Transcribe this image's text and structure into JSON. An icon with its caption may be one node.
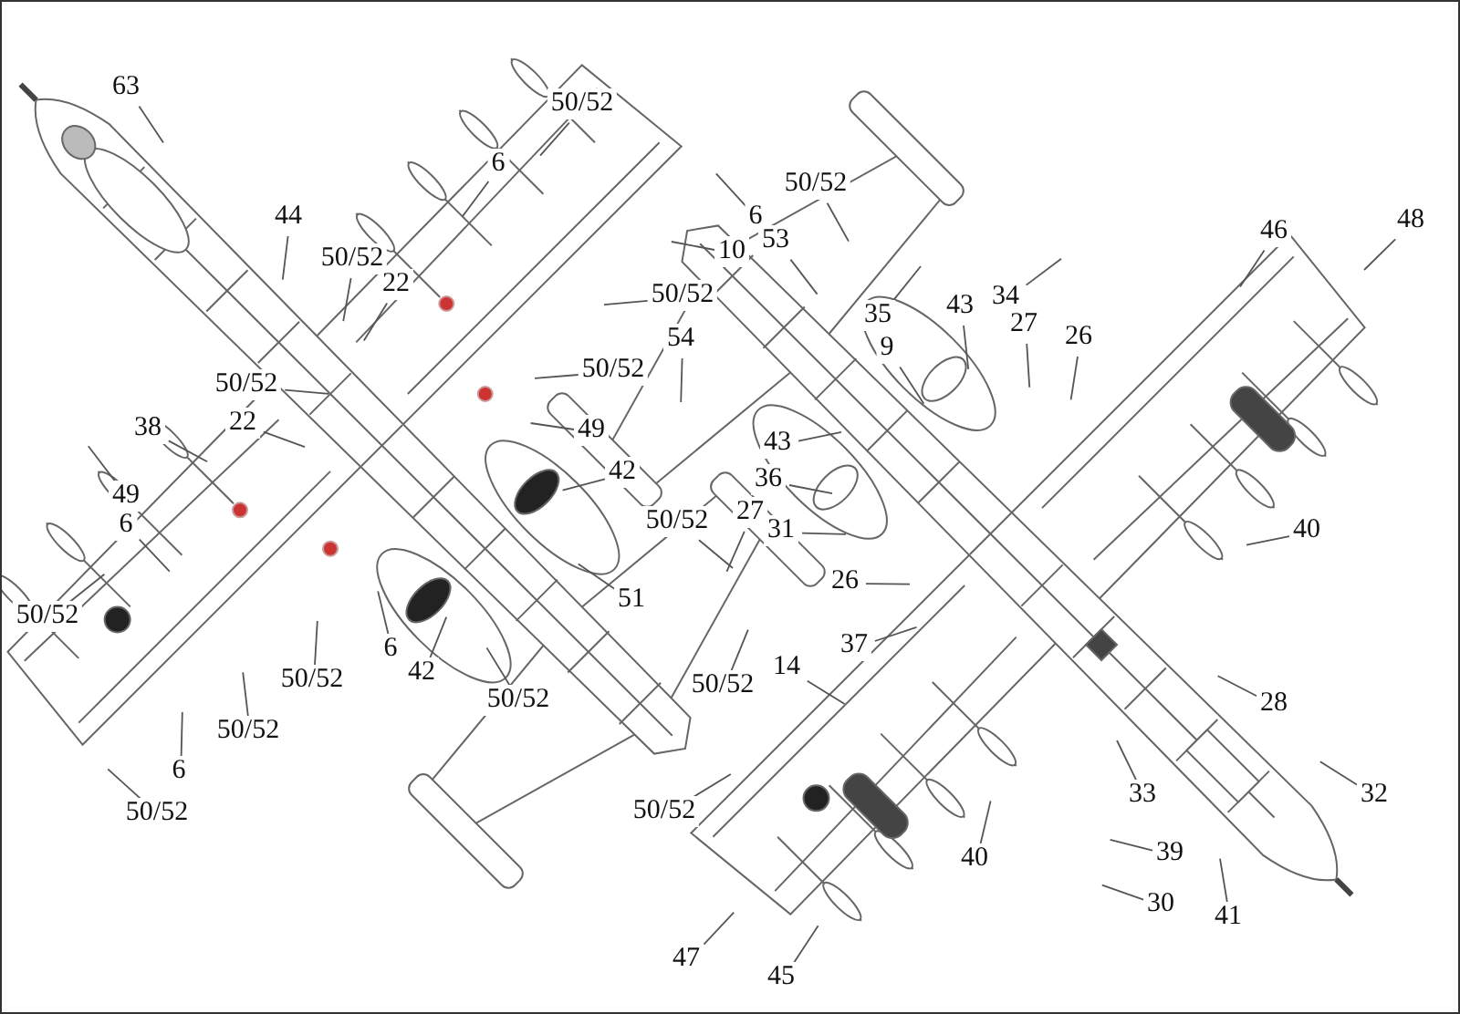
{
  "diagram": {
    "nodes": [
      {
        "text": [
          "63"
        ]
      },
      {
        "text": [
          "50/52"
        ]
      },
      {
        "text": [
          "6"
        ]
      },
      {
        "text": [
          "50/52"
        ]
      },
      {
        "text": [
          "6"
        ]
      },
      {
        "text": [
          "44"
        ]
      },
      {
        "text": [
          "50/52"
        ]
      },
      {
        "text": [
          "22"
        ]
      },
      {
        "text": [
          "50/52"
        ]
      },
      {
        "text": [
          "10"
        ]
      },
      {
        "text": [
          "53"
        ]
      },
      {
        "text": [
          "50/52"
        ]
      },
      {
        "text": [
          "54"
        ]
      },
      {
        "text": [
          "35"
        ]
      },
      {
        "text": [
          "43"
        ]
      },
      {
        "text": [
          "34"
        ]
      },
      {
        "text": [
          "27"
        ]
      },
      {
        "text": [
          "26"
        ]
      },
      {
        "text": [
          "9"
        ]
      },
      {
        "text": [
          "46"
        ]
      },
      {
        "text": [
          "48"
        ]
      },
      {
        "text": [
          "50/52"
        ]
      },
      {
        "text": [
          "38"
        ]
      },
      {
        "text": [
          "22"
        ]
      },
      {
        "text": [
          "43"
        ]
      },
      {
        "text": [
          "49"
        ]
      },
      {
        "text": [
          "36"
        ]
      },
      {
        "text": [
          "42"
        ]
      },
      {
        "text": [
          "49"
        ]
      },
      {
        "text": [
          "27"
        ]
      },
      {
        "text": [
          "31"
        ]
      },
      {
        "text": [
          "50/52"
        ]
      },
      {
        "text": [
          "40"
        ]
      },
      {
        "text": [
          "6"
        ]
      },
      {
        "text": [
          "50/52"
        ]
      },
      {
        "text": [
          "51"
        ]
      },
      {
        "text": [
          "26"
        ]
      },
      {
        "text": [
          "50/52"
        ]
      },
      {
        "text": [
          "6"
        ]
      },
      {
        "text": [
          "42"
        ]
      },
      {
        "text": [
          "37"
        ]
      },
      {
        "text": [
          "14"
        ]
      },
      {
        "text": [
          "50/52"
        ]
      },
      {
        "text": [
          "50/52"
        ]
      },
      {
        "text": [
          "28"
        ]
      },
      {
        "text": [
          "50/52"
        ]
      },
      {
        "text": [
          "6"
        ]
      },
      {
        "text": [
          "50/52"
        ]
      },
      {
        "text": [
          "50/52"
        ]
      },
      {
        "text": [
          "33"
        ]
      },
      {
        "text": [
          "32"
        ]
      },
      {
        "text": [
          "39"
        ]
      },
      {
        "text": [
          "40"
        ]
      },
      {
        "text": [
          "30"
        ]
      },
      {
        "text": [
          "41"
        ]
      },
      {
        "text": [
          "47"
        ]
      },
      {
        "text": [
          "45"
        ]
      }
    ],
    "edges": [
      {
        "from": 0,
        "to": null,
        "arrow": "none"
      },
      {
        "from": 1,
        "to": null,
        "arrow": "none"
      },
      {
        "from": 2,
        "to": null,
        "arrow": "none"
      },
      {
        "from": 3,
        "to": null,
        "arrow": "none"
      },
      {
        "from": 4,
        "to": null,
        "arrow": "none"
      },
      {
        "from": 5,
        "to": null,
        "arrow": "none"
      },
      {
        "from": 6,
        "to": null,
        "arrow": "none"
      },
      {
        "from": 7,
        "to": null,
        "arrow": "none"
      },
      {
        "from": 8,
        "to": null,
        "arrow": "none"
      },
      {
        "from": 9,
        "to": null,
        "arrow": "none"
      },
      {
        "from": 10,
        "to": null,
        "arrow": "none"
      },
      {
        "from": 11,
        "to": null,
        "arrow": "none"
      },
      {
        "from": 12,
        "to": null,
        "arrow": "none"
      },
      {
        "from": 13,
        "to": null,
        "arrow": "none"
      },
      {
        "from": 14,
        "to": null,
        "arrow": "none"
      },
      {
        "from": 15,
        "to": null,
        "arrow": "none"
      },
      {
        "from": 16,
        "to": null,
        "arrow": "none"
      },
      {
        "from": 17,
        "to": null,
        "arrow": "none"
      },
      {
        "from": 18,
        "to": null,
        "arrow": "none"
      },
      {
        "from": 19,
        "to": null,
        "arrow": "none"
      },
      {
        "from": 20,
        "to": null,
        "arrow": "none"
      },
      {
        "from": 21,
        "to": null,
        "arrow": "none"
      },
      {
        "from": 22,
        "to": null,
        "arrow": "none"
      },
      {
        "from": 23,
        "to": null,
        "arrow": "none"
      },
      {
        "from": 24,
        "to": null,
        "arrow": "none"
      },
      {
        "from": 25,
        "to": null,
        "arrow": "none"
      },
      {
        "from": 26,
        "to": null,
        "arrow": "none"
      },
      {
        "from": 27,
        "to": null,
        "arrow": "none"
      },
      {
        "from": 28,
        "to": null,
        "arrow": "none"
      },
      {
        "from": 29,
        "to": null,
        "arrow": "none"
      },
      {
        "from": 30,
        "to": null,
        "arrow": "none"
      },
      {
        "from": 31,
        "to": null,
        "arrow": "none"
      },
      {
        "from": 32,
        "to": null,
        "arrow": "none"
      },
      {
        "from": 33,
        "to": null,
        "arrow": "none"
      },
      {
        "from": 34,
        "to": null,
        "arrow": "none"
      },
      {
        "from": 35,
        "to": null,
        "arrow": "none"
      },
      {
        "from": 36,
        "to": null,
        "arrow": "none"
      },
      {
        "from": 37,
        "to": null,
        "arrow": "none"
      },
      {
        "from": 38,
        "to": null,
        "arrow": "none"
      },
      {
        "from": 39,
        "to": null,
        "arrow": "none"
      },
      {
        "from": 40,
        "to": null,
        "arrow": "none"
      },
      {
        "from": 41,
        "to": null,
        "arrow": "none"
      },
      {
        "from": 42,
        "to": null,
        "arrow": "none"
      },
      {
        "from": 43,
        "to": null,
        "arrow": "none"
      },
      {
        "from": 44,
        "to": null,
        "arrow": "none"
      },
      {
        "from": 45,
        "to": null,
        "arrow": "none"
      },
      {
        "from": 46,
        "to": null,
        "arrow": "none"
      },
      {
        "from": 47,
        "to": null,
        "arrow": "none"
      },
      {
        "from": 48,
        "to": null,
        "arrow": "none"
      },
      {
        "from": 49,
        "to": null,
        "arrow": "none"
      },
      {
        "from": 50,
        "to": null,
        "arrow": "none"
      },
      {
        "from": 51,
        "to": null,
        "arrow": "none"
      },
      {
        "from": 52,
        "to": null,
        "arrow": "none"
      },
      {
        "from": 53,
        "to": null,
        "arrow": "none"
      },
      {
        "from": 54,
        "to": null,
        "arrow": "none"
      },
      {
        "from": 55,
        "to": null,
        "arrow": "none"
      },
      {
        "from": 56,
        "to": null,
        "arrow": "none"
      }
    ]
  }
}
